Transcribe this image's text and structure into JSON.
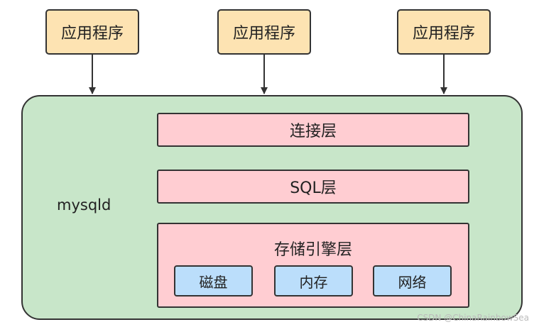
{
  "apps": [
    {
      "label": "应用程序"
    },
    {
      "label": "应用程序"
    },
    {
      "label": "应用程序"
    }
  ],
  "server": {
    "label": "mysqld",
    "layers": [
      {
        "label": "连接层"
      },
      {
        "label": "SQL层"
      }
    ],
    "engine": {
      "label": "存储引擎层",
      "components": [
        {
          "label": "磁盘"
        },
        {
          "label": "内存"
        },
        {
          "label": "网络"
        }
      ]
    }
  },
  "watermark": "CSDN @ChinaRainbowSea",
  "colors": {
    "app_fill": "#fde3b2",
    "server_fill": "#c8e6c9",
    "layer_fill": "#ffcdd2",
    "component_fill": "#bbdefb",
    "stroke": "#333333"
  }
}
